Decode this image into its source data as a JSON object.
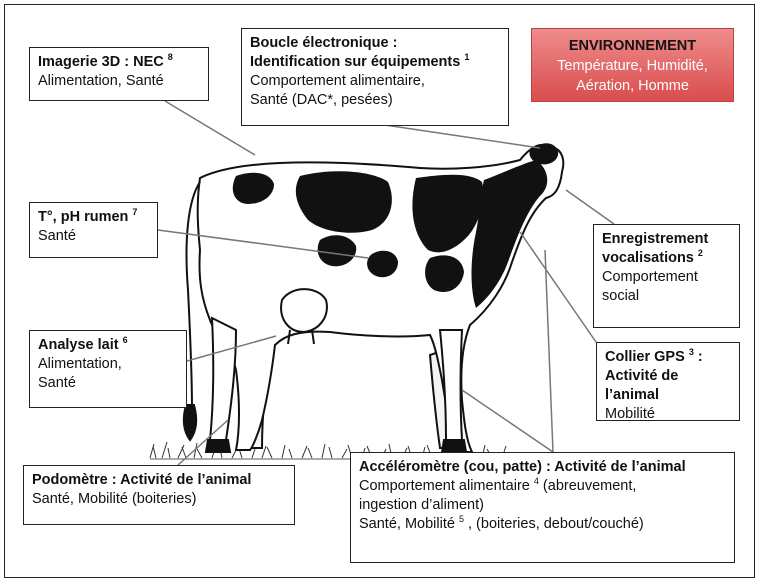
{
  "boxes": {
    "imagerie": {
      "title": "Imagerie 3D : NEC",
      "title_sup": "8",
      "lines": [
        "Alimentation, Santé"
      ]
    },
    "boucle": {
      "title_lines": [
        "Boucle électronique :",
        "Identification sur équipements"
      ],
      "title_sup": "1",
      "lines": [
        "Comportement alimentaire,",
        "Santé (DAC*, pesées)"
      ]
    },
    "environnement": {
      "title": "ENVIRONNEMENT",
      "lines": [
        "Température, Humidité,",
        "Aération, Homme"
      ]
    },
    "rumen": {
      "title": "T°, pH rumen",
      "title_sup": "7",
      "lines": [
        "Santé"
      ]
    },
    "vocalisations": {
      "title_lines": [
        "Enregistrement",
        "vocalisations"
      ],
      "title_sup": "2",
      "lines": [
        "Comportement",
        "social"
      ]
    },
    "lait": {
      "title": "Analyse lait",
      "title_sup": "6",
      "lines": [
        "Alimentation,",
        "Santé"
      ]
    },
    "gps": {
      "title_lines": [
        "Collier GPS",
        "Activité de l’animal"
      ],
      "title_sup": "3",
      "title_suffix": " :",
      "lines": [
        "Mobilité"
      ]
    },
    "podometre": {
      "title": "Podomètre : Activité de l’animal",
      "lines": [
        "Santé, Mobilité (boiteries)"
      ]
    },
    "accelerometre": {
      "title": "Accéléromètre (cou, patte) : Activité de l’animal",
      "line1_a": "Comportement alimentaire",
      "line1_sup": "4",
      "line1_b": " (abreuvement,",
      "line2": "ingestion d’aliment)",
      "line3_a": "Santé, Mobilité",
      "line3_sup": "5",
      "line3_b": " , (boiteries, debout/couché)"
    }
  },
  "colors": {
    "env_fill_top": "#ef8c8c",
    "env_fill_bottom": "#d94d4d",
    "cow_spots": "#111111",
    "connector": "#777777"
  }
}
